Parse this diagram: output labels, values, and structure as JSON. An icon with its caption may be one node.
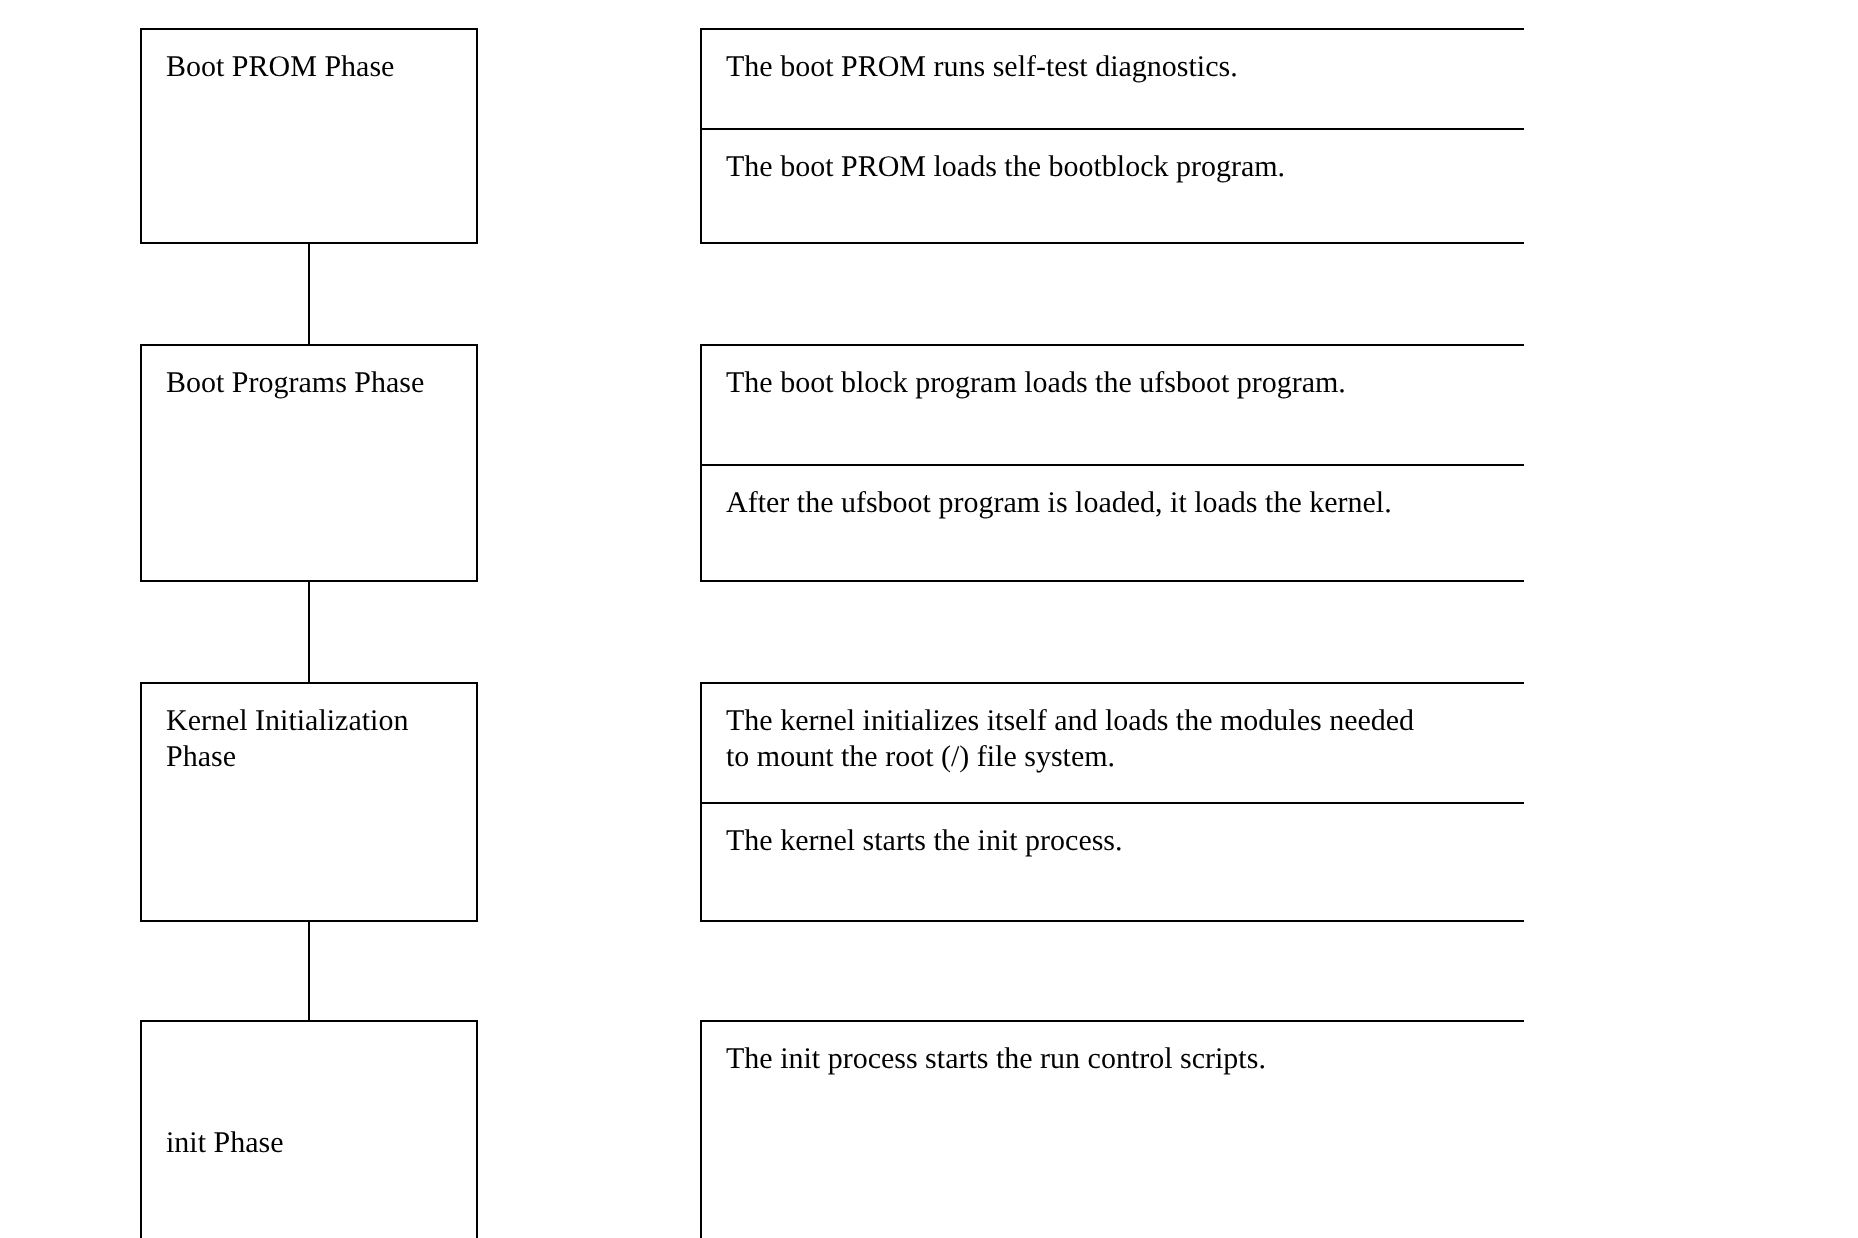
{
  "diagram": {
    "nodes": [
      {
        "text": [
          "Boot PROM Phase"
        ]
      },
      {
        "text": [
          "The boot PROM runs self-test diagnostics.",
          "The boot PROM loads the bootblock program."
        ]
      },
      {
        "text": [
          "Boot Programs Phase"
        ]
      },
      {
        "text": [
          "The boot block program loads the ufsboot program.",
          "After the ufsboot program is loaded, it loads the kernel."
        ]
      },
      {
        "text": [
          "Kernel Initialization Phase"
        ]
      },
      {
        "text": [
          "The kernel initializes itself and loads the modules needed to mount the root (/) file system.",
          "The kernel starts the init process."
        ]
      },
      {
        "text": [
          "init Phase"
        ]
      },
      {
        "text": [
          "The init process starts the run control scripts."
        ]
      }
    ],
    "edges": [
      {
        "from": 0,
        "to": 2,
        "arrow": "none"
      },
      {
        "from": 2,
        "to": 4,
        "arrow": "none"
      },
      {
        "from": 4,
        "to": 6,
        "arrow": "none"
      }
    ]
  }
}
